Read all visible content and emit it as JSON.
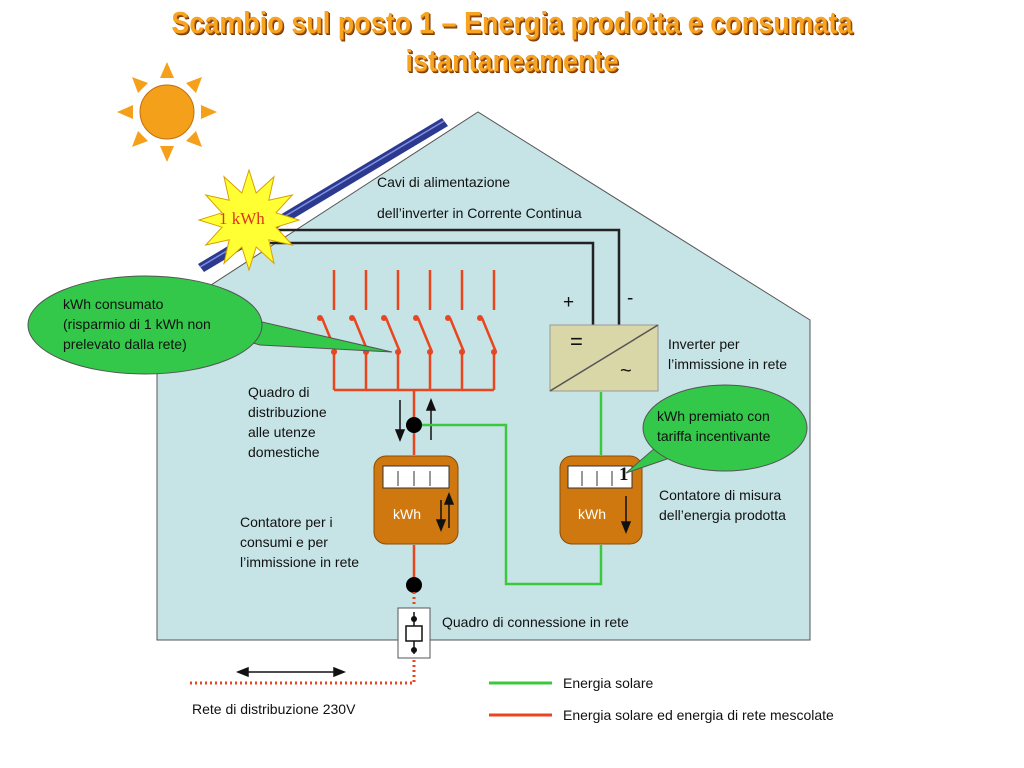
{
  "title": {
    "line1": "Scambio sul posto 1 – Energia prodotta e consumata",
    "line2": "istantaneamente"
  },
  "labels": {
    "cavi_line1": "Cavi di alimentazione",
    "cavi_line2": "dell’inverter  in Corrente Continua",
    "plus": "+",
    "minus": "-",
    "inverter_dc": "=",
    "inverter_ac": "~",
    "inverter_line1": "Inverter per",
    "inverter_line2": "l’immissione in rete",
    "quadro_line1": "Quadro di",
    "quadro_line2": "distribuzione",
    "quadro_line3": "alle utenze",
    "quadro_line4": "domestiche",
    "contatore_consumi_line1": "Contatore per i",
    "contatore_consumi_line2": "consumi e per",
    "contatore_consumi_line3": "l’immissione in rete",
    "contatore_misura_line1": "Contatore di misura",
    "contatore_misura_line2": "dell’energia prodotta",
    "meter_unit_left": "kWh",
    "meter_unit_right": "kWh",
    "meter_right_value": "1",
    "quadro_connessione": "Quadro di connessione in rete",
    "rete": "Rete di distribuzione 230V"
  },
  "star": {
    "text": "1 kWh"
  },
  "bubbles": {
    "consumato_line1": "kWh consumato",
    "consumato_line2": "(risparmio di 1 kWh non",
    "consumato_line3": "prelevato dalla rete)",
    "premiato_line1": "kWh premiato con",
    "premiato_line2": "tariffa incentivante"
  },
  "legend": {
    "items": [
      {
        "label": "Energia solare",
        "color": "#3cc83c"
      },
      {
        "label": "Energia solare ed energia di rete mescolate",
        "color": "#e8461e"
      }
    ]
  },
  "colors": {
    "house_fill": "#c6e3e6",
    "sun": "#f5a01a",
    "panel": "#2b3a8f",
    "meter_body": "#d07810",
    "inverter": "#d9d6a8",
    "bubble": "#33c84a",
    "star_fill": "#ffff33",
    "red_line": "#e8461e",
    "green_line": "#3cc83c"
  }
}
